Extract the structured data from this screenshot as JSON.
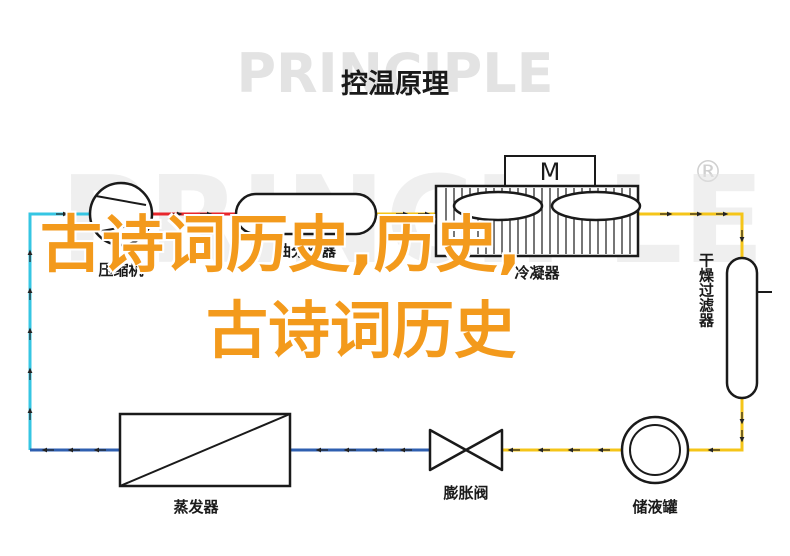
{
  "title": "控温原理",
  "watermark_top": "PRINCIPLE",
  "watermark_registered": "®",
  "motor_label": "M",
  "components": {
    "compressor": "压缩机",
    "oil_separator": "油分离器",
    "condenser": "冷凝器",
    "drier_filter": "干燥过滤器",
    "receiver": "储液罐",
    "expansion_valve": "膨胀阀",
    "evaporator": "蒸发器"
  },
  "overlay": {
    "line1": "古诗词历史,历史,",
    "line2": "古诗词历史"
  },
  "colors": {
    "cyan": "#35c6e3",
    "red": "#e8262b",
    "yellow": "#f5c518",
    "blue": "#2f5fb0",
    "overlay": "#f39a1c"
  }
}
